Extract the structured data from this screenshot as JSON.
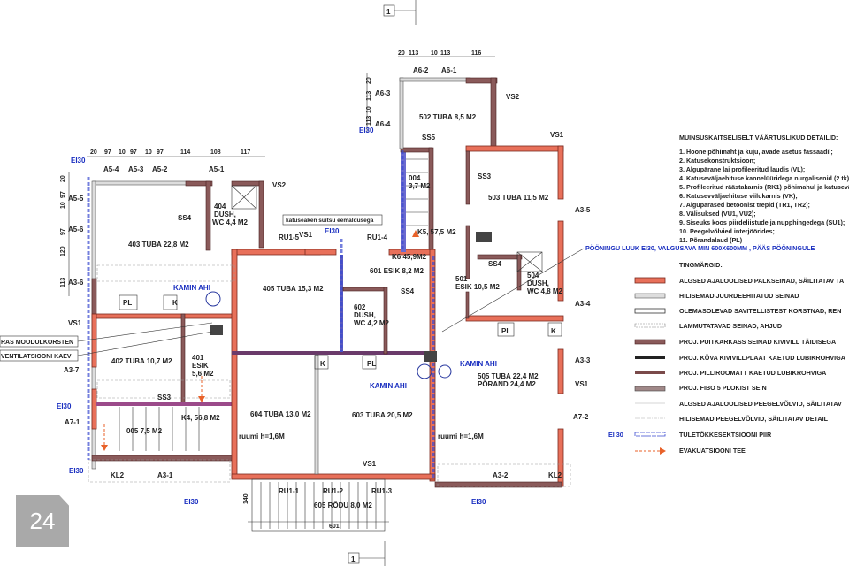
{
  "section_marker": "1",
  "page_badge": "24",
  "colors": {
    "historic_log_wall": "#e8705a",
    "fire_section": "#1a2fc0",
    "evacuation": "#e8622a"
  },
  "dims": {
    "left_top": [
      "20",
      "97",
      "10",
      "97",
      "10",
      "97",
      "114",
      "108",
      "117"
    ],
    "left_side": [
      "20",
      "97",
      "10",
      "97",
      "120",
      "113"
    ],
    "top_block": [
      "20",
      "113",
      "10",
      "113",
      "116"
    ],
    "top_side": [
      "20",
      "113",
      "10",
      "113"
    ],
    "balcony_height": "140",
    "balcony_width": "601"
  },
  "windows": {
    "a54": "A5-4",
    "a53": "A5-3",
    "a52": "A5-2",
    "a51": "A5-1",
    "a55": "A5-5",
    "a56": "A5-6",
    "a36": "A3-6",
    "a37": "A3-7",
    "a71": "A7-1",
    "a62": "A6-2",
    "a61": "A6-1",
    "a63": "A6-3",
    "a64": "A6-4",
    "a35": "A3-5",
    "a34": "A3-4",
    "a33": "A3-3",
    "a72": "A7-2",
    "a31": "A3-1",
    "a32": "A3-2",
    "ru15": "RU1-5",
    "ru14": "RU1-4",
    "ru11": "RU1-1",
    "ru12": "RU1-2",
    "ru13": "RU1-3"
  },
  "marks": {
    "vs1": "VS1",
    "vs2": "VS2",
    "ss3": "SS3",
    "ss4": "SS4",
    "ss5": "SS5",
    "kl2": "KL2",
    "pl": "PL",
    "k": "K",
    "ei30": "EI30",
    "kamin": "KAMIN AHI",
    "ruumi": "ruumi h=1,6M"
  },
  "rooms": {
    "r403": "403 TUBA 22,8 M2",
    "r404a": "404",
    "r404b": "DUSH,",
    "r404c": "WC 4,4 M2",
    "r405": "405 TUBA 15,3 M2",
    "r402": "402 TUBA 10,7 M2",
    "r401a": "401",
    "r401b": "ESIK",
    "r401c": "5,6 M2",
    "k4": "K4, 56,8 M2",
    "r005": "005 7,5 M2",
    "r604": "604 TUBA 13,0 M2",
    "r603": "603 TUBA 20,5 M2",
    "r605": "605 RÕDU 8,0 M2",
    "r502": "502 TUBA 8,5 M2",
    "r004a": "004",
    "r004b": "3,7 M2",
    "k5": "K5, 57,5 M2",
    "k6": "K6 45,9M2",
    "r601": "601 ESIK 8,2 M2",
    "r602a": "602",
    "r602b": "DUSH,",
    "r602c": "WC 4,2 M2",
    "r503": "503 TUBA 11,5 M2",
    "r501a": "501",
    "r501b": "ESIK 10,5 M2",
    "r504a": "504",
    "r504b": "DUSH,",
    "r504c": "WC 4,8 M2",
    "r505a": "505 TUBA 22,4 M2",
    "r505b": "PÕRAND 24,4 M2"
  },
  "callouts": {
    "smoke_hatch": "katuseaken suitsu eemaldusega",
    "chimney": "RAS MOODULKORSTEN",
    "vent": "VENTILATSIOONI KAEV",
    "attic_hatch": "PÖÖNINGU LUUK EI30, VALGUSAVA MIN 600X600MM , PÄÄS PÖÖNINGULE"
  },
  "heritage": {
    "title": "MUINSUSKAITSELISELT VÄÄRTUSLIKUD DETAILID:",
    "items": [
      "1. Hoone põhimaht ja kuju, avade asetus fassaadil;",
      "2. Katusekonstruktsioon;",
      "3. Algupärane lai profileeritud laudis (VL);",
      "4. Katuseväljaehituse kannelüüridega nurgalisenid (2 tk);",
      "5. Profileeritud räästakarnis (RK1) põhimahul ja katusevä",
      "6. Katusevväljaehituse viilukarnis (VK);",
      "7. Algupärased betoonist trepid (TR1, TR2);",
      "8. Välisuksed (VU1, VU2);",
      "9. Siseuks koos piirdeliistude ja nupphingedega (SU1);",
      "10. Peegelvõlvied interjöörides;",
      "11. Põrandalaud (PL)"
    ]
  },
  "legend": {
    "title": "TINGMÄRGID:",
    "items": [
      {
        "symbol": "historic-log-wall",
        "label": "ALGSED AJALOOLISED PALKSEINAD, SÄILITATAV TA"
      },
      {
        "symbol": "later-wall",
        "label": "HILISEMAD JUURDEEHITATUD  SEINAD"
      },
      {
        "symbol": "chimney-wall",
        "label": "OLEMASOLEVAD SAVITELLISTEST KORSTNAD, REN"
      },
      {
        "symbol": "demolish-wall",
        "label": "LAMMUTATAVAD SEINAD, AHJUD"
      },
      {
        "symbol": "timber-frame-wall",
        "label": "PROJ. PUITKARKASS SEINAD KIVIVILL TÄIDISEGA"
      },
      {
        "symbol": "hard-wool-wall",
        "label": "PROJ. KÕVA KIVIVILLPLAAT KAETUD LUBIKROHVIGA"
      },
      {
        "symbol": "reed-wall",
        "label": "PROJ. PILLIROOMATT KAETUD LUBIKROHVIGA"
      },
      {
        "symbol": "fibo-wall",
        "label": "PROJ. FIBO 5 PLOKIST SEIN"
      },
      {
        "symbol": "historic-vault",
        "label": "ALGSED AJALOOLISED PEEGELVÕLVID, SÄILITATAV"
      },
      {
        "symbol": "later-vault",
        "label": "HILISEMAD PEEGELVÕLVID, SÄILITATAV DETAIL"
      },
      {
        "symbol": "fire-section",
        "prefix": "EI 30",
        "label": "TULETÕKKESEKTSIOONI PIIR"
      },
      {
        "symbol": "evacuation",
        "label": "EVAKUATSIOONI TEE"
      }
    ]
  }
}
